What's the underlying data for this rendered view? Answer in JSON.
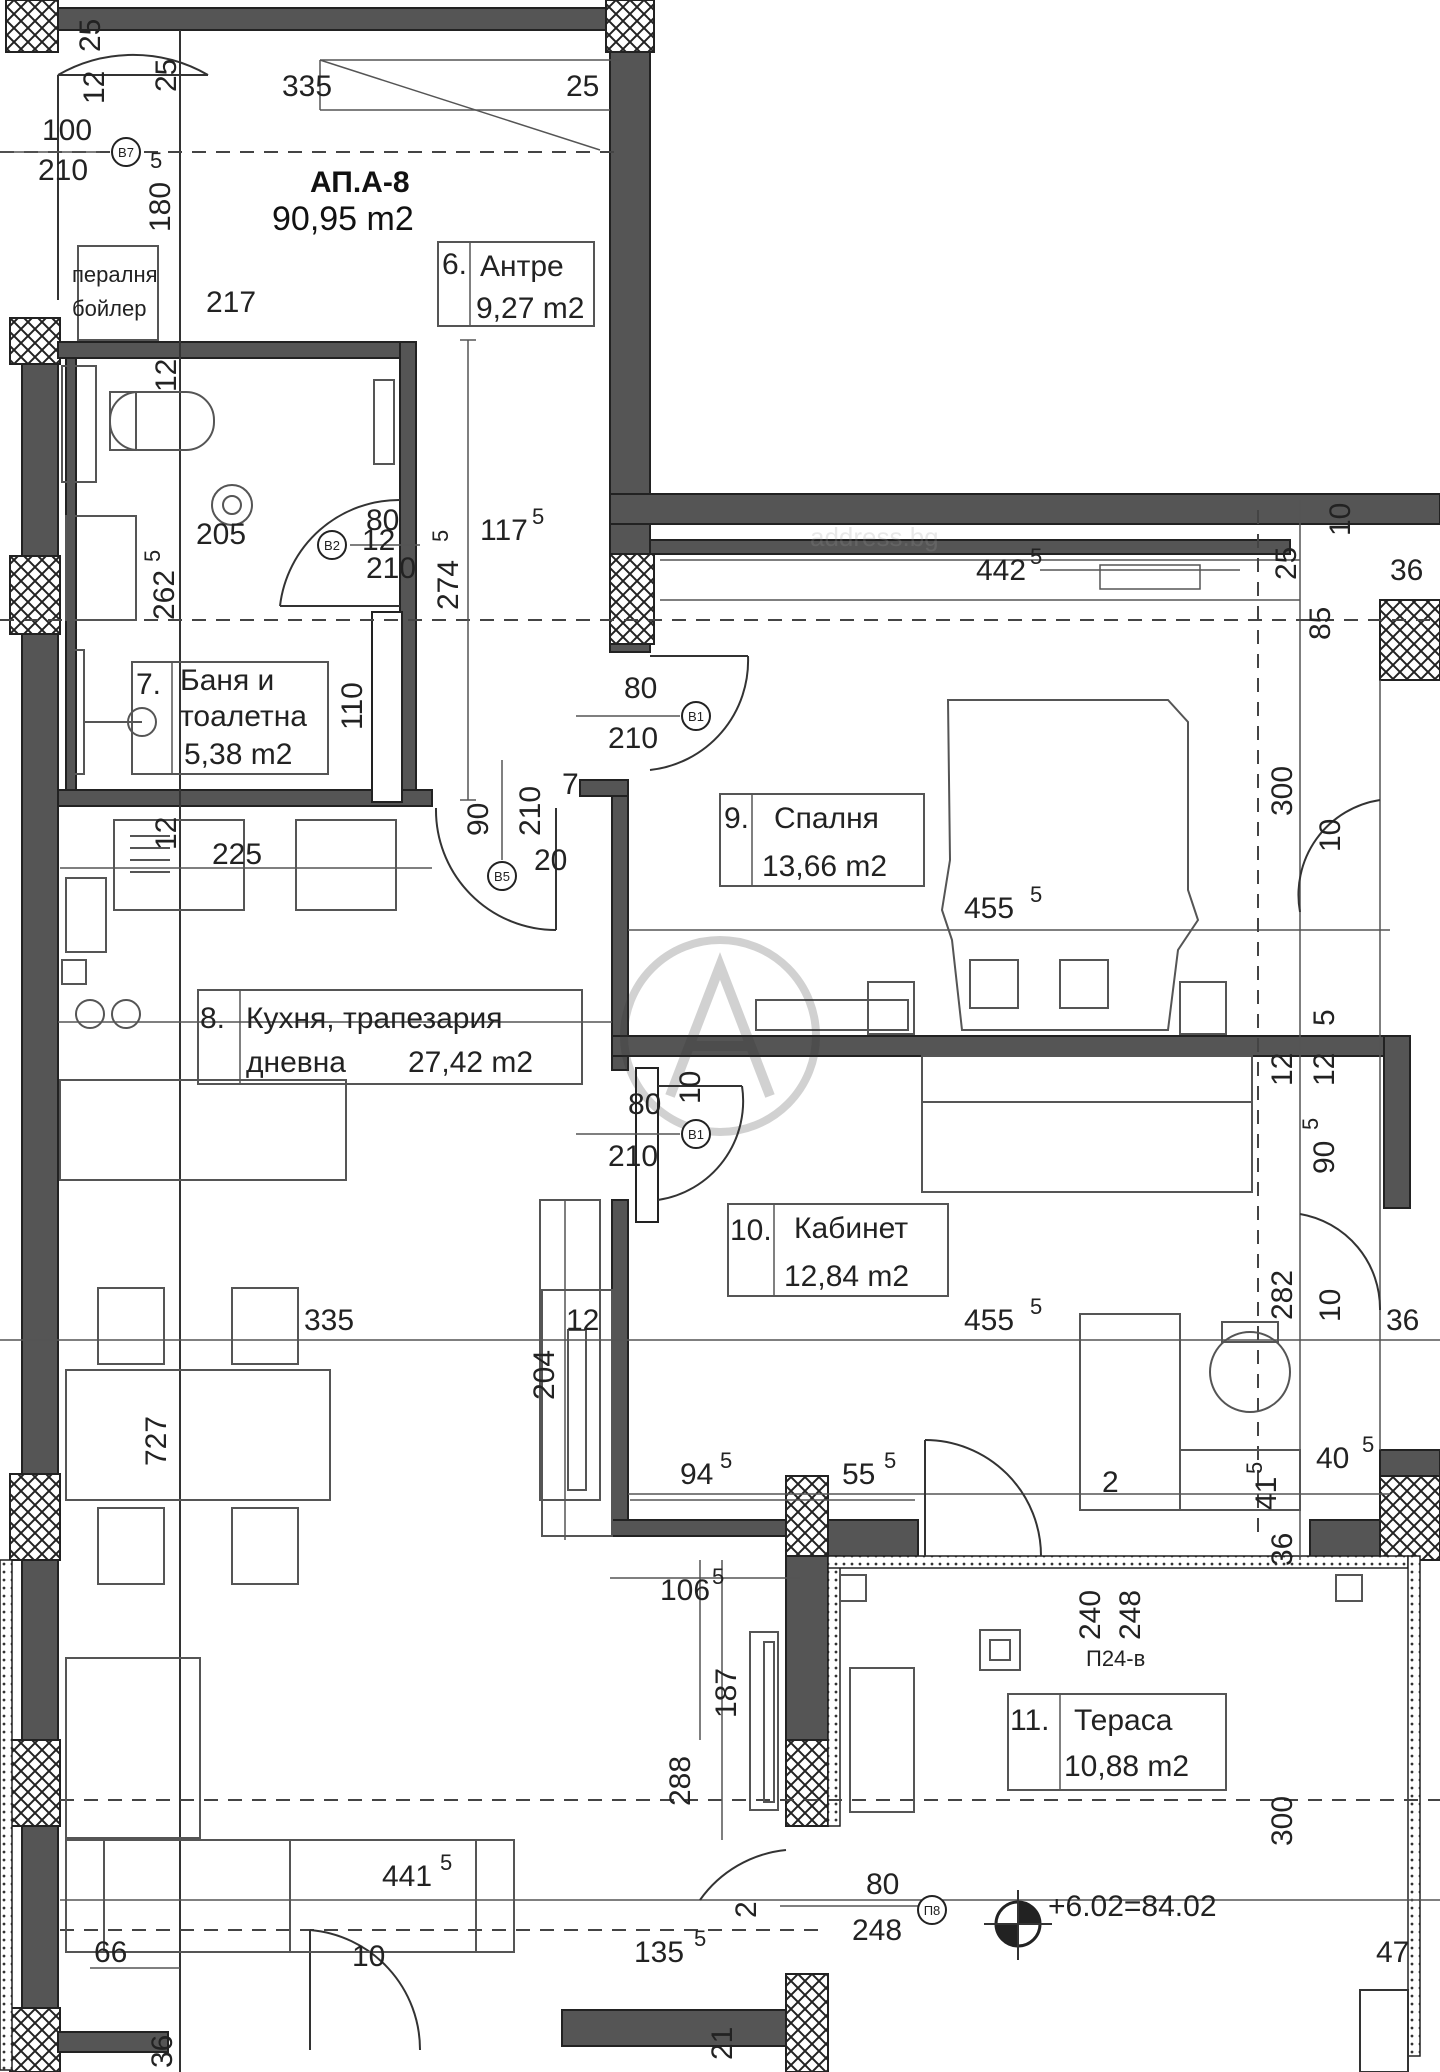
{
  "apartment": {
    "name": "АП.А-8",
    "area": "90,95 m2"
  },
  "rooms": [
    {
      "num": "6.",
      "name": "Антре",
      "area": "9,27 m2"
    },
    {
      "num": "7.",
      "name_line1": "Баня и",
      "name_line2": "тоалетна",
      "area": "5,38 m2"
    },
    {
      "num": "8.",
      "name_line1": "Кухня, трапезария",
      "name_line2": "дневна",
      "area": "27,42 m2"
    },
    {
      "num": "9.",
      "name": "Спалня",
      "area": "13,66 m2"
    },
    {
      "num": "10.",
      "name": "Кабинет",
      "area": "12,84 m2"
    },
    {
      "num": "11.",
      "name": "Тераса",
      "area": "10,88 m2"
    }
  ],
  "doors": [
    {
      "width": "100",
      "height": "210",
      "tag": "B7"
    },
    {
      "width": "80",
      "height": "210",
      "tag": "B2"
    },
    {
      "width": "80",
      "height": "210",
      "tag": "B1"
    },
    {
      "width": "90",
      "height": "210",
      "tag": "B5"
    },
    {
      "width": "80",
      "height": "210",
      "tag": "B1"
    },
    {
      "width": "80",
      "height": "248",
      "tag": "П8"
    }
  ],
  "fixtures": {
    "boiler_line1": "пералня",
    "boiler_line2": "бойлер",
    "drain_tag": "П24-в"
  },
  "elevation": "+6.02=84.02",
  "watermark": "address.bg",
  "dims": {
    "d25a": "25",
    "d25b": "25",
    "d12a": "12",
    "d335a": "335",
    "d25c": "25",
    "d180": "180",
    "d5a": "5",
    "d217": "217",
    "d12b": "12",
    "d205": "205",
    "d12c": "12",
    "d117": "117",
    "d5b": "5",
    "d274": "274",
    "d5c": "5",
    "d262": "262",
    "d5d": "5",
    "d110": "110",
    "d442": "442",
    "d5e": "5",
    "d25d": "25",
    "d10a": "10",
    "d36a": "36",
    "d85": "85",
    "d300a": "300",
    "d10b": "10",
    "d12d": "12",
    "d225": "225",
    "d7": "7",
    "d20": "20",
    "d455a": "455",
    "d5f": "5",
    "d5g": "5",
    "d12e": "12",
    "d12f": "12",
    "d10c": "10",
    "d90": "90",
    "d5h": "5",
    "d282": "282",
    "d10d": "10",
    "d36b": "36",
    "d335b": "335",
    "d12g": "12",
    "d455b": "455",
    "d5i": "5",
    "d727": "727",
    "d204": "204",
    "d94": "94",
    "d5j": "5",
    "d55": "55",
    "d5k": "5",
    "d2a": "2",
    "d41": "41",
    "d5l": "5",
    "d40": "40",
    "d5m": "5",
    "d36c": "36",
    "d106": "106",
    "d5n": "5",
    "d240": "240",
    "d248": "248",
    "d187": "187",
    "d288": "288",
    "d300b": "300",
    "d441": "441",
    "d5o": "5",
    "d2b": "2",
    "d66": "66",
    "d10e": "10",
    "d135": "135",
    "d5p": "5",
    "d47": "47",
    "d36d": "36",
    "d21": "21"
  }
}
